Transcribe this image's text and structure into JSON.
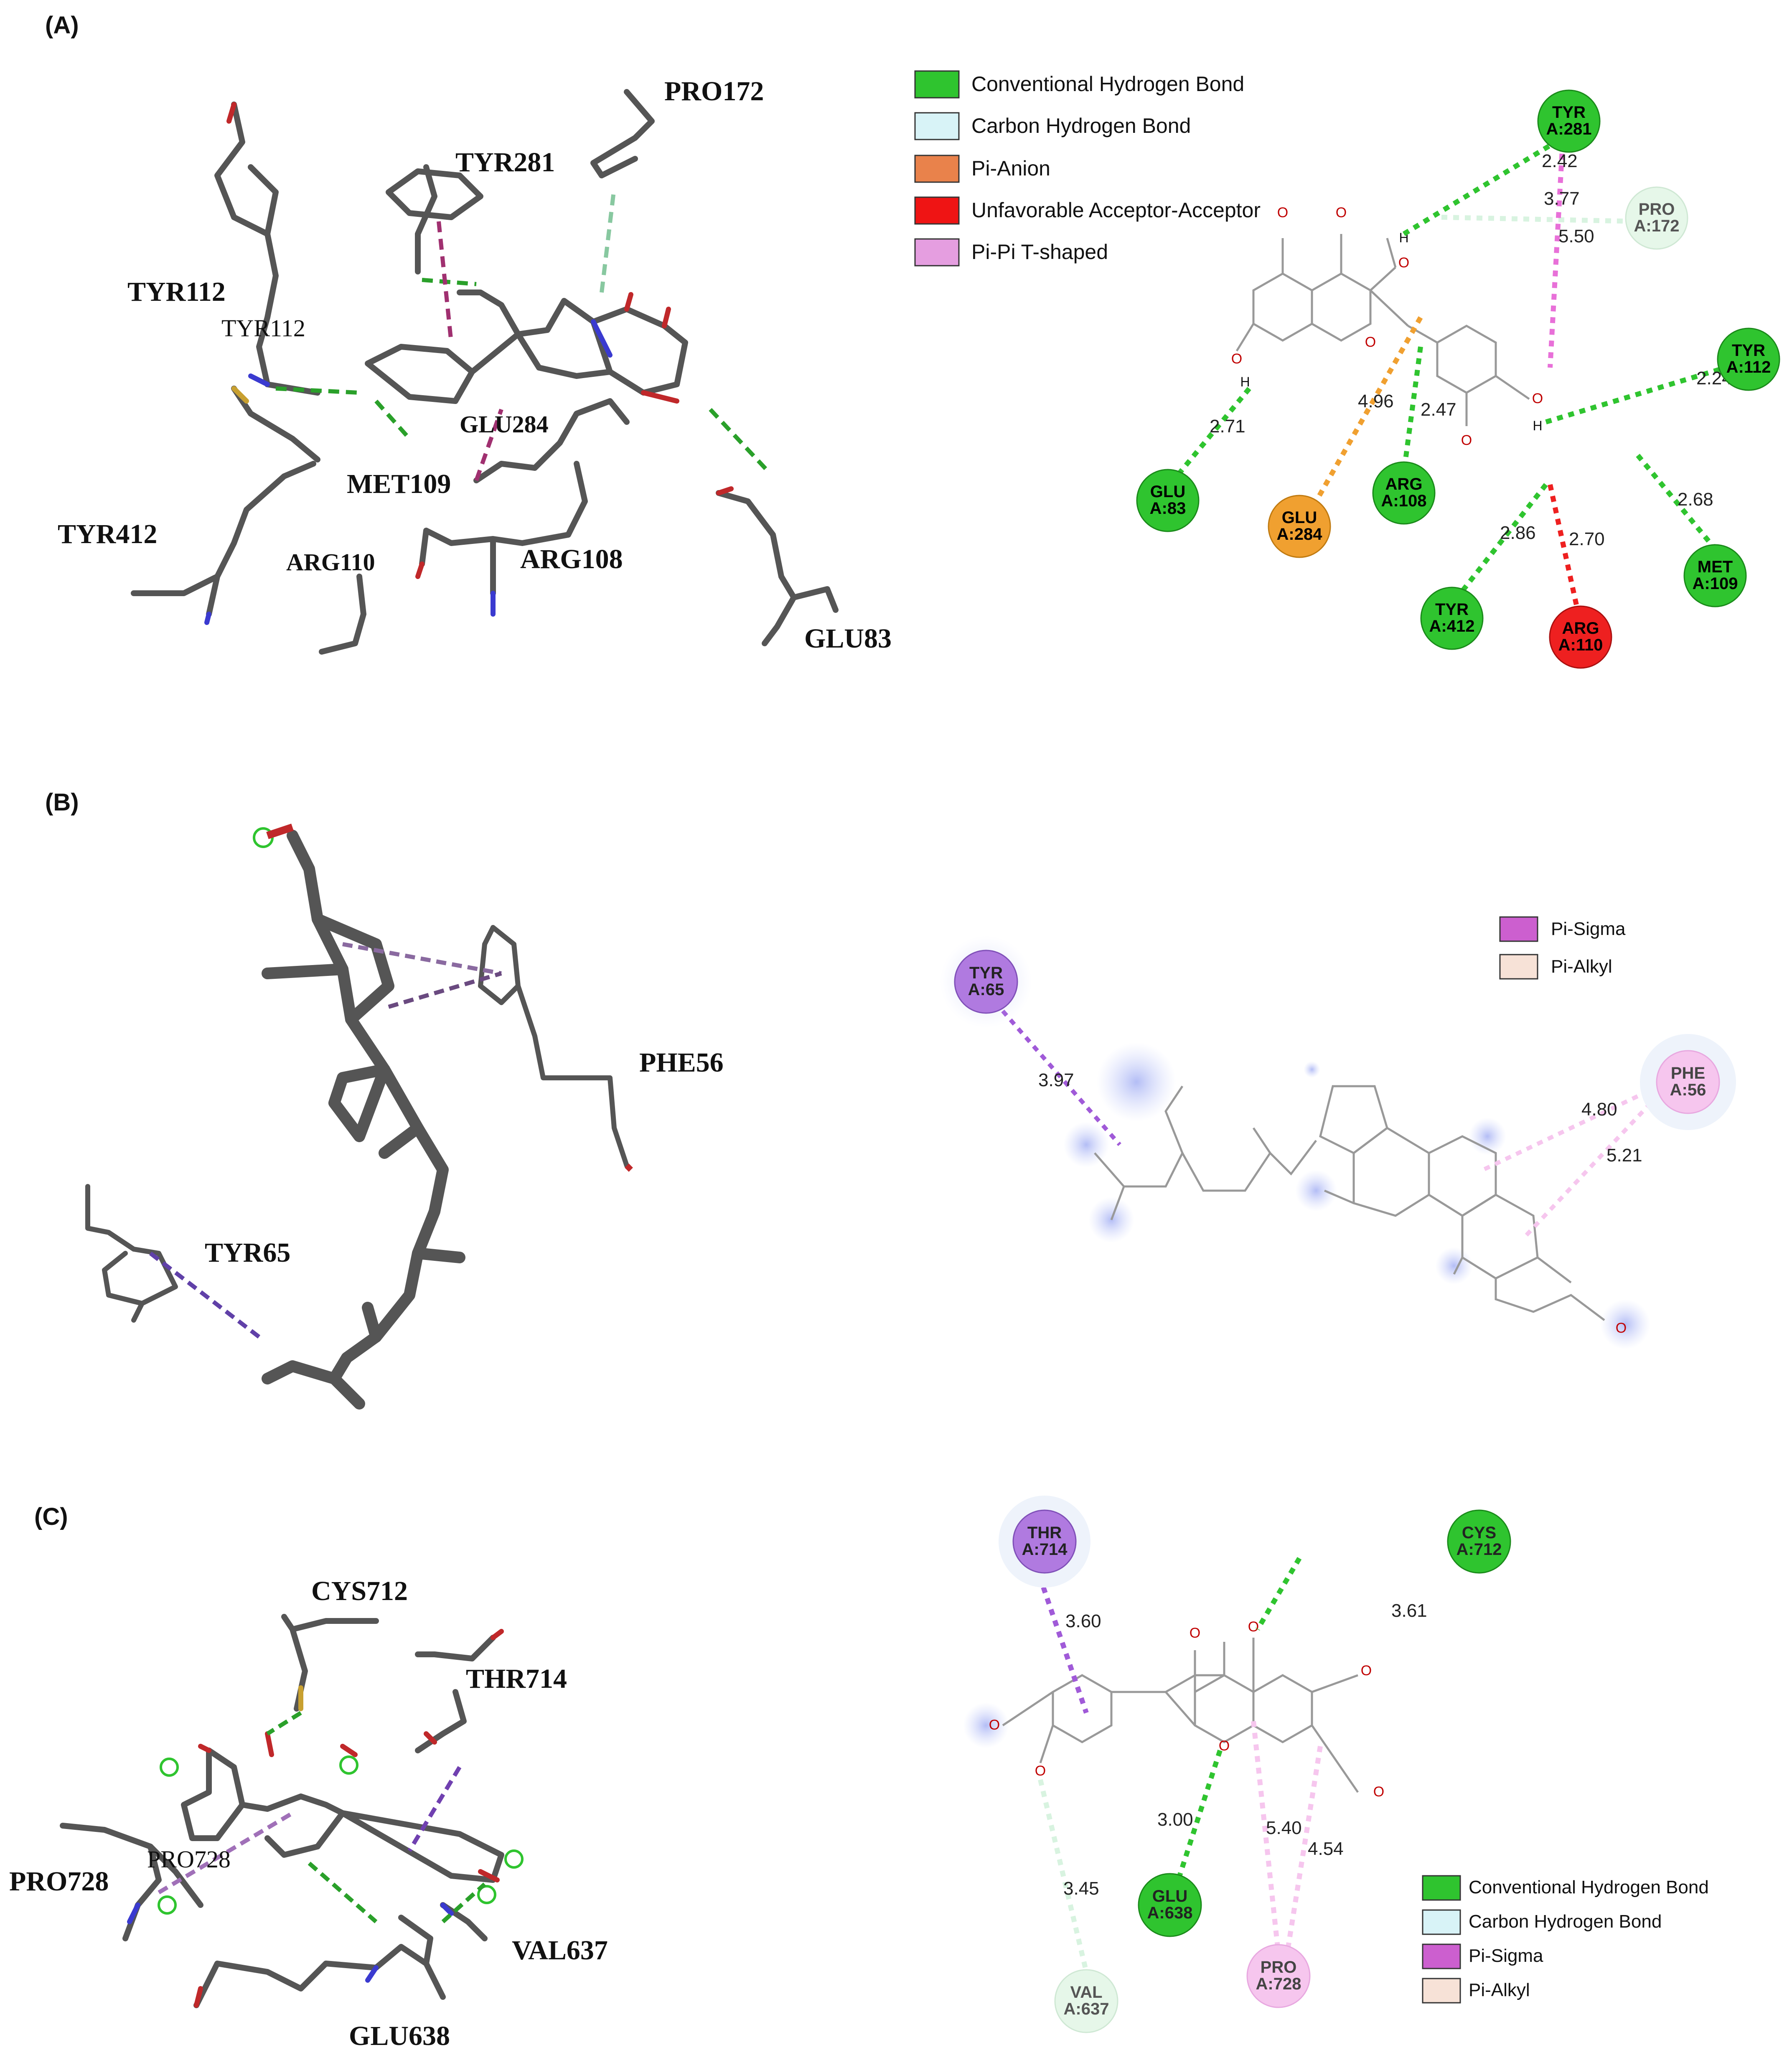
{
  "panels": {
    "a": {
      "label": "(A)",
      "residues_3d": [
        "PRO172",
        "TYR281",
        "TYR112",
        "TYR112",
        "GLU284",
        "MET109",
        "TYR412",
        "ARG110",
        "ARG108",
        "GLU83"
      ],
      "legend": [
        {
          "label": "Conventional  Hydrogen Bond",
          "color": "#2fc42f"
        },
        {
          "label": "Carbon Hydrogen  Bond",
          "color": "#d8f3f7"
        },
        {
          "label": "Pi-Anion",
          "color": "#e9824b"
        },
        {
          "label": "Unfavorable  Acceptor-Acceptor",
          "color": "#ef1414"
        },
        {
          "label": "Pi-Pi  T-shaped",
          "color": "#e59ee0"
        }
      ],
      "nodes": [
        {
          "l1": "TYR",
          "l2": "A:281",
          "kind": "hbond"
        },
        {
          "l1": "PRO",
          "l2": "A:172",
          "kind": "carbon"
        },
        {
          "l1": "TYR",
          "l2": "A:112",
          "kind": "hbond"
        },
        {
          "l1": "GLU",
          "l2": "A:83",
          "kind": "hbond"
        },
        {
          "l1": "GLU",
          "l2": "A:284",
          "kind": "anion"
        },
        {
          "l1": "ARG",
          "l2": "A:108",
          "kind": "hbond"
        },
        {
          "l1": "MET",
          "l2": "A:109",
          "kind": "hbond"
        },
        {
          "l1": "TYR",
          "l2": "A:412",
          "kind": "hbond"
        },
        {
          "l1": "ARG",
          "l2": "A:110",
          "kind": "unfav"
        }
      ],
      "distances": [
        "2.42",
        "3.77",
        "5.50",
        "2.24",
        "2.71",
        "4.96",
        "2.47",
        "2.68",
        "2.86",
        "2.70"
      ]
    },
    "b": {
      "label": "(B)",
      "residues_3d": [
        "PHE56",
        "TYR65"
      ],
      "legend": [
        {
          "label": "Pi-Sigma",
          "color": "#cc5fcf"
        },
        {
          "label": "Pi-Alkyl",
          "color": "#f7e2d7"
        }
      ],
      "nodes": [
        {
          "l1": "TYR",
          "l2": "A:65",
          "kind": "sigma"
        },
        {
          "l1": "PHE",
          "l2": "A:56",
          "kind": "alkyl"
        }
      ],
      "distances": [
        "3.97",
        "4.80",
        "5.21"
      ]
    },
    "c": {
      "label": "(C)",
      "residues_3d": [
        "CYS712",
        "THR714",
        "PRO728",
        "PRO728",
        "VAL637",
        "GLU638"
      ],
      "legend": [
        {
          "label": "Conventional  Hydrogen Bond",
          "color": "#2fc42f"
        },
        {
          "label": "Carbon Hydrogen Bond",
          "color": "#d8f3f7"
        },
        {
          "label": "Pi-Sigma",
          "color": "#cc5fcf"
        },
        {
          "label": "Pi-Alkyl",
          "color": "#f7e2d7"
        }
      ],
      "nodes": [
        {
          "l1": "THR",
          "l2": "A:714",
          "kind": "sigma"
        },
        {
          "l1": "CYS",
          "l2": "A:712",
          "kind": "hbond"
        },
        {
          "l1": "GLU",
          "l2": "A:638",
          "kind": "hbond"
        },
        {
          "l1": "PRO",
          "l2": "A:728",
          "kind": "alkyl"
        },
        {
          "l1": "VAL",
          "l2": "A:637",
          "kind": "carbon"
        }
      ],
      "distances": [
        "3.61",
        "3.60",
        "3.00",
        "5.40",
        "4.54",
        "3.45"
      ]
    }
  },
  "atoms": {
    "o": "O",
    "h": "H"
  },
  "colors": {
    "hbond": "#2fc42f",
    "carbon": "#d8f3f7",
    "anion": "#f0a030",
    "unfav": "#ee2020",
    "pipi": "#e870d8",
    "sigma": "#a05ad8",
    "alkyl": "#f6c6ee",
    "stick": "#555555",
    "oxygen": "#c0282a",
    "nitrogen": "#3a3ad0",
    "sulfur": "#c8a030"
  }
}
